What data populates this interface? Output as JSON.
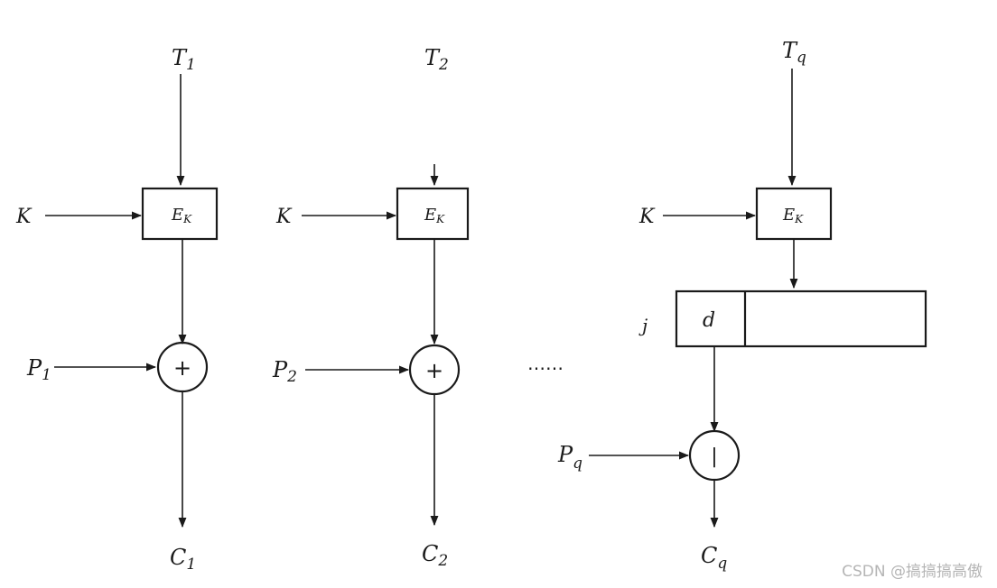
{
  "labels": {
    "t1": "T",
    "t1_sub": "1",
    "t2": "T",
    "t2_sub": "2",
    "tq": "T",
    "tq_sub": "q",
    "k1": "K",
    "k2": "K",
    "kq": "K",
    "e1": "E",
    "e1_sub": "K",
    "e2": "E",
    "e2_sub": "K",
    "eq": "E",
    "eq_sub": "K",
    "p1": "P",
    "p1_sub": "1",
    "p2": "P",
    "p2_sub": "2",
    "pq": "P",
    "pq_sub": "q",
    "c1": "C",
    "c1_sub": "1",
    "c2": "C",
    "c2_sub": "2",
    "cq": "C",
    "cq_sub": "q",
    "xor1": "+",
    "xor2": "+",
    "xorq": "|",
    "reg_left": "d",
    "reg_marker": "j",
    "ellipsis": "……"
  },
  "watermark": "CSDN @搞搞搞高傲"
}
